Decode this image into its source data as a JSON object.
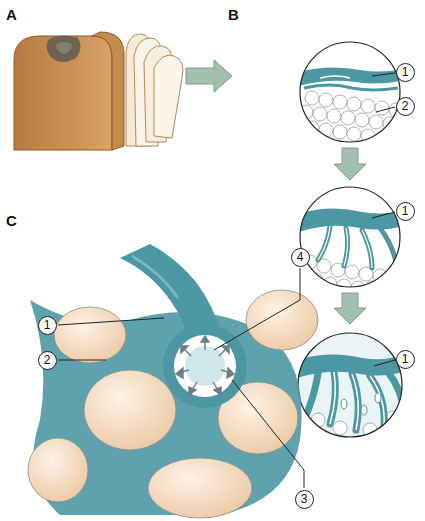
{
  "diagram": {
    "labels": [
      "A",
      "B",
      "1",
      "2",
      "1",
      "1",
      "C",
      "4",
      "1",
      "2",
      "3"
    ]
  }
}
